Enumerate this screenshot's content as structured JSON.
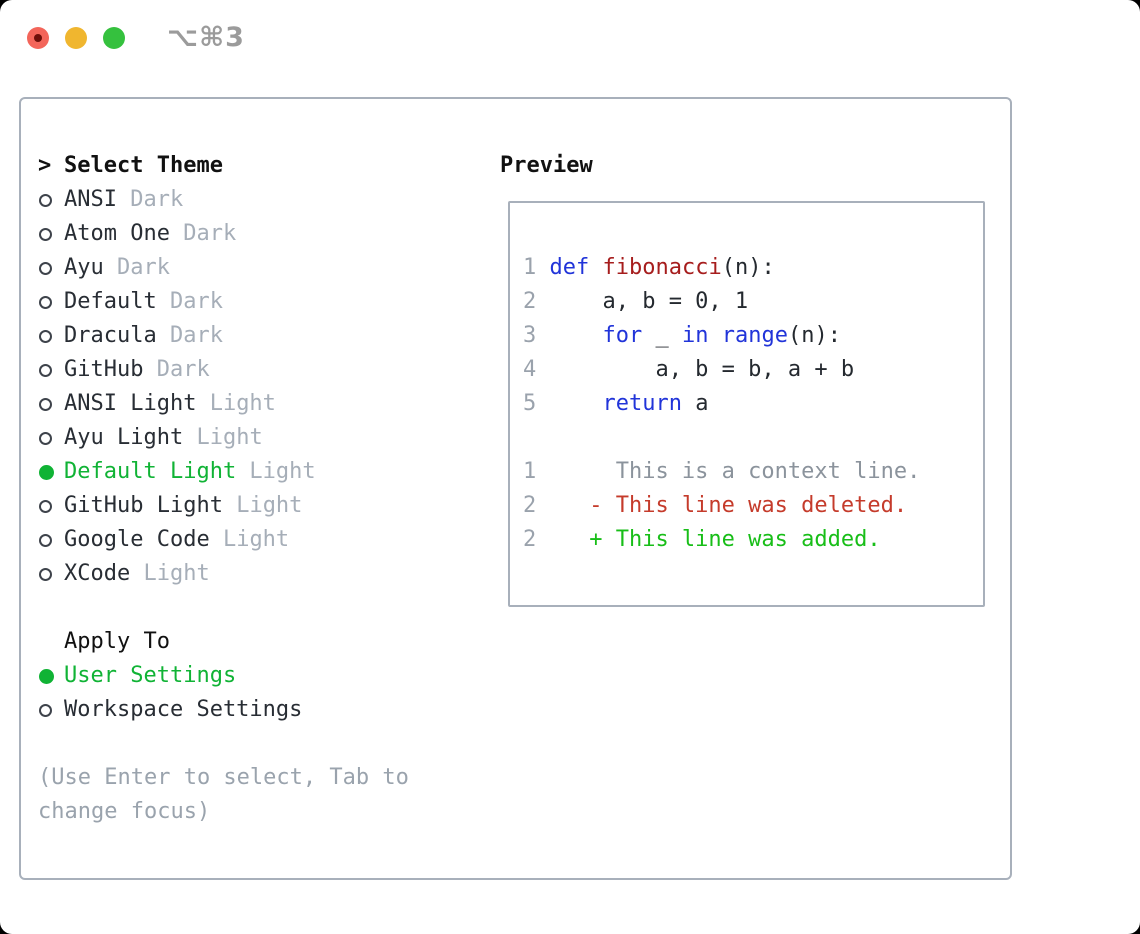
{
  "window": {
    "title": "⌥⌘3"
  },
  "theme_list": {
    "prompt": ">",
    "header": "Select Theme",
    "items": [
      {
        "name": "ANSI",
        "tag": "Dark",
        "selected": false
      },
      {
        "name": "Atom One",
        "tag": "Dark",
        "selected": false
      },
      {
        "name": "Ayu",
        "tag": "Dark",
        "selected": false
      },
      {
        "name": "Default",
        "tag": "Dark",
        "selected": false
      },
      {
        "name": "Dracula",
        "tag": "Dark",
        "selected": false
      },
      {
        "name": "GitHub",
        "tag": "Dark",
        "selected": false
      },
      {
        "name": "ANSI Light",
        "tag": "Light",
        "selected": false
      },
      {
        "name": "Ayu Light",
        "tag": "Light",
        "selected": false
      },
      {
        "name": "Default Light",
        "tag": "Light",
        "selected": true
      },
      {
        "name": "GitHub Light",
        "tag": "Light",
        "selected": false
      },
      {
        "name": "Google Code",
        "tag": "Light",
        "selected": false
      },
      {
        "name": "XCode",
        "tag": "Light",
        "selected": false
      }
    ]
  },
  "apply_to": {
    "label": "Apply To",
    "options": [
      {
        "name": "User Settings",
        "selected": true
      },
      {
        "name": "Workspace Settings",
        "selected": false
      }
    ]
  },
  "help_text": "(Use Enter to select, Tab to change focus)",
  "preview": {
    "label": "Preview",
    "lines": [
      {
        "num": "1",
        "tokens": [
          {
            "t": "def",
            "c": "kw"
          },
          {
            "t": " "
          },
          {
            "t": "fibonacci",
            "c": "fn"
          },
          {
            "t": "(n):"
          }
        ]
      },
      {
        "num": "2",
        "tokens": [
          {
            "t": "    a, b = 0, 1"
          }
        ]
      },
      {
        "num": "3",
        "tokens": [
          {
            "t": "    "
          },
          {
            "t": "for",
            "c": "kw"
          },
          {
            "t": " _ "
          },
          {
            "t": "in",
            "c": "kw"
          },
          {
            "t": " "
          },
          {
            "t": "range",
            "c": "kw"
          },
          {
            "t": "(n):"
          }
        ]
      },
      {
        "num": "4",
        "tokens": [
          {
            "t": "        a, b = b, a + b"
          }
        ]
      },
      {
        "num": "5",
        "tokens": [
          {
            "t": "    "
          },
          {
            "t": "return",
            "c": "kw"
          },
          {
            "t": " a"
          }
        ]
      },
      {
        "num": "",
        "tokens": []
      },
      {
        "num": "1",
        "tokens": [
          {
            "t": "     This is a context line.",
            "c": "ctx"
          }
        ]
      },
      {
        "num": "2",
        "tokens": [
          {
            "t": "   - This line was deleted.",
            "c": "del"
          }
        ]
      },
      {
        "num": "2",
        "tokens": [
          {
            "t": "   + This line was added.",
            "c": "add"
          }
        ]
      }
    ]
  },
  "colors": {
    "green": "#10b335",
    "add_green": "#18be18",
    "kw_blue": "#2134d9",
    "fn_red": "#a61d1d",
    "del_red": "#c53b2b",
    "ctx_gray": "#8b939c",
    "ln_gray": "#9aa2ac",
    "muted": "#a6aeb8",
    "help_gray": "#9aa3ad",
    "ink": "#24292f",
    "border": "#a8b0bb",
    "title_gray": "#9b9b9b",
    "traffic_red": "#f3655a",
    "traffic_red_dot": "#6d0f0a",
    "traffic_yellow": "#f0b62f",
    "traffic_green": "#35c13e"
  }
}
